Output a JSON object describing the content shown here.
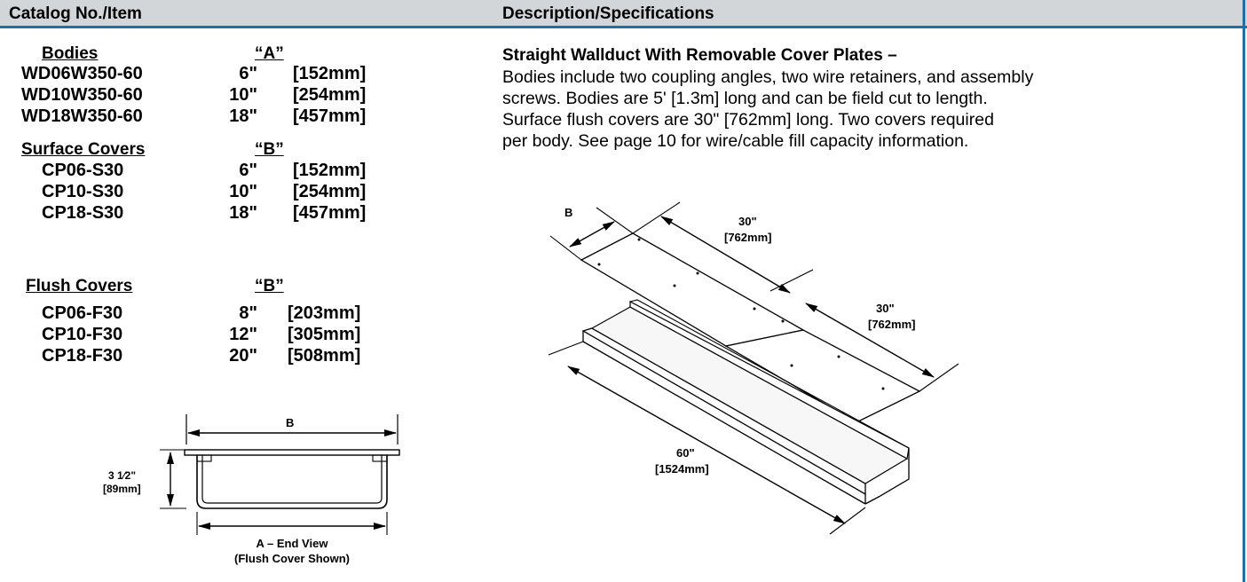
{
  "header": {
    "col1": "Catalog No./Item",
    "col2": "Description/Specifications"
  },
  "catalog": {
    "bodies": {
      "title": "Bodies",
      "col_label": "“A”",
      "rows": [
        {
          "item": "WD06W350-60",
          "inch": "6\"",
          "mm": "[152mm]"
        },
        {
          "item": "WD10W350-60",
          "inch": "10\"",
          "mm": "[254mm]"
        },
        {
          "item": "WD18W350-60",
          "inch": "18\"",
          "mm": "[457mm]"
        }
      ]
    },
    "surface_covers": {
      "title": "Surface Covers",
      "col_label": "“B”",
      "rows": [
        {
          "item": "CP06-S30",
          "inch": "6\"",
          "mm": "[152mm]"
        },
        {
          "item": "CP10-S30",
          "inch": "10\"",
          "mm": "[254mm]"
        },
        {
          "item": "CP18-S30",
          "inch": "18\"",
          "mm": "[457mm]"
        }
      ]
    },
    "flush_covers": {
      "title": "Flush Covers",
      "col_label": "“B”",
      "rows": [
        {
          "item": "CP06-F30",
          "inch": "8\"",
          "mm": "[203mm]"
        },
        {
          "item": "CP10-F30",
          "inch": "12\"",
          "mm": "[305mm]"
        },
        {
          "item": "CP18-F30",
          "inch": "20\"",
          "mm": "[508mm]"
        }
      ]
    }
  },
  "description": {
    "title": "Straight Wallduct With Removable Cover Plates –",
    "lines": [
      "Bodies include two coupling angles, two wire retainers, and assembly",
      "screws. Bodies are 5' [1.3m] long and can be field cut to length.",
      "Surface flush covers are 30\" [762mm] long. Two covers required",
      "per body. See page 10 for wire/cable fill capacity information."
    ]
  },
  "end_view": {
    "width_label": "B",
    "height_in": "3 1⁄2\"",
    "height_mm": "[89mm]",
    "caption_1": "A – End View",
    "caption_2": "(Flush Cover Shown)"
  },
  "iso_view": {
    "width_label": "B",
    "cover1_in": "30\"",
    "cover1_mm": "[762mm]",
    "cover2_in": "30\"",
    "cover2_mm": "[762mm]",
    "body_in": "60\"",
    "body_mm": "[1524mm]"
  }
}
